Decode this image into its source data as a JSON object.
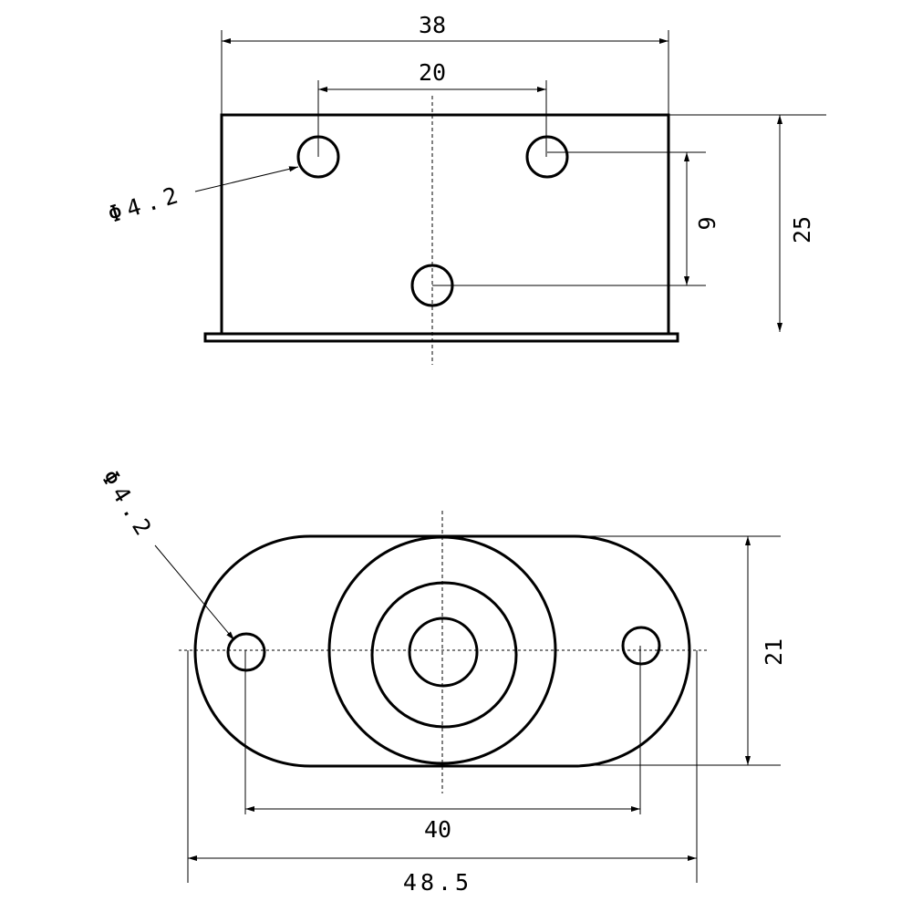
{
  "top_view": {
    "dim_overall_width": "38",
    "dim_hole_spacing": "20",
    "dim_hole_vertical": "9",
    "dim_height": "25",
    "hole_callout": "Φ4.2"
  },
  "bottom_view": {
    "hole_callout": "Φ4.2",
    "dim_height": "21",
    "dim_hole_spacing": "40",
    "dim_overall_length": "48.5"
  },
  "colors": {
    "line": "#000000",
    "background": "#ffffff"
  }
}
